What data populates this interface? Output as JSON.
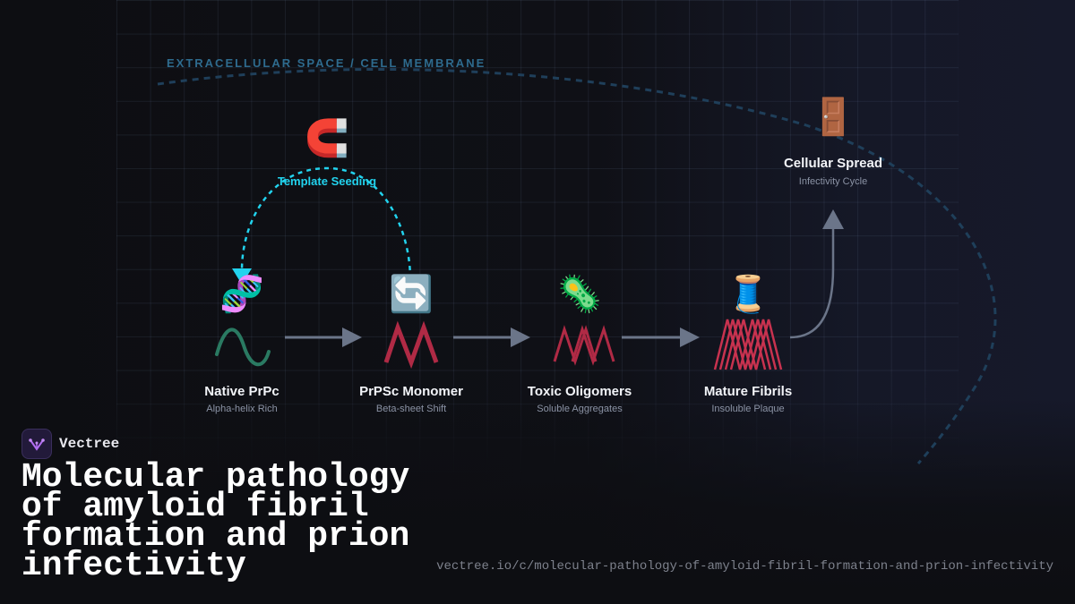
{
  "region_label": "EXTRACELLULAR SPACE / CELL MEMBRANE",
  "seeding": {
    "icon": "🧲",
    "icon_name": "magnet-icon",
    "label": "Template Seeding"
  },
  "stages": [
    {
      "icon": "🧬",
      "icon_name": "dna-icon",
      "title": "Native PrPc",
      "subtitle": "Alpha-helix Rich"
    },
    {
      "icon": "🔄",
      "icon_name": "refresh-icon",
      "title": "PrPSc Monomer",
      "subtitle": "Beta-sheet Shift"
    },
    {
      "icon": "🦠",
      "icon_name": "microbe-icon",
      "title": "Toxic Oligomers",
      "subtitle": "Soluble Aggregates"
    },
    {
      "icon": "🧵",
      "icon_name": "thread-icon",
      "title": "Mature Fibrils",
      "subtitle": "Insoluble Plaque"
    }
  ],
  "spread": {
    "icon": "🚪",
    "icon_name": "door-icon",
    "title": "Cellular Spread",
    "subtitle": "Infectivity Cycle"
  },
  "brand": {
    "name": "Vectree"
  },
  "title": "Molecular pathology of amyloid fibril formation and prion infectivity",
  "url": "vectree.io/c/molecular-pathology-of-amyloid-fibril-formation-and-prion-infectivity",
  "colors": {
    "cyan": "#22d3ee",
    "helix_green": "#2a7a62",
    "beta_red": "#b02a45",
    "fibril_red": "#c8324f",
    "arrow_gray": "#6b7589",
    "membrane_blue": "#1f3f5a"
  }
}
